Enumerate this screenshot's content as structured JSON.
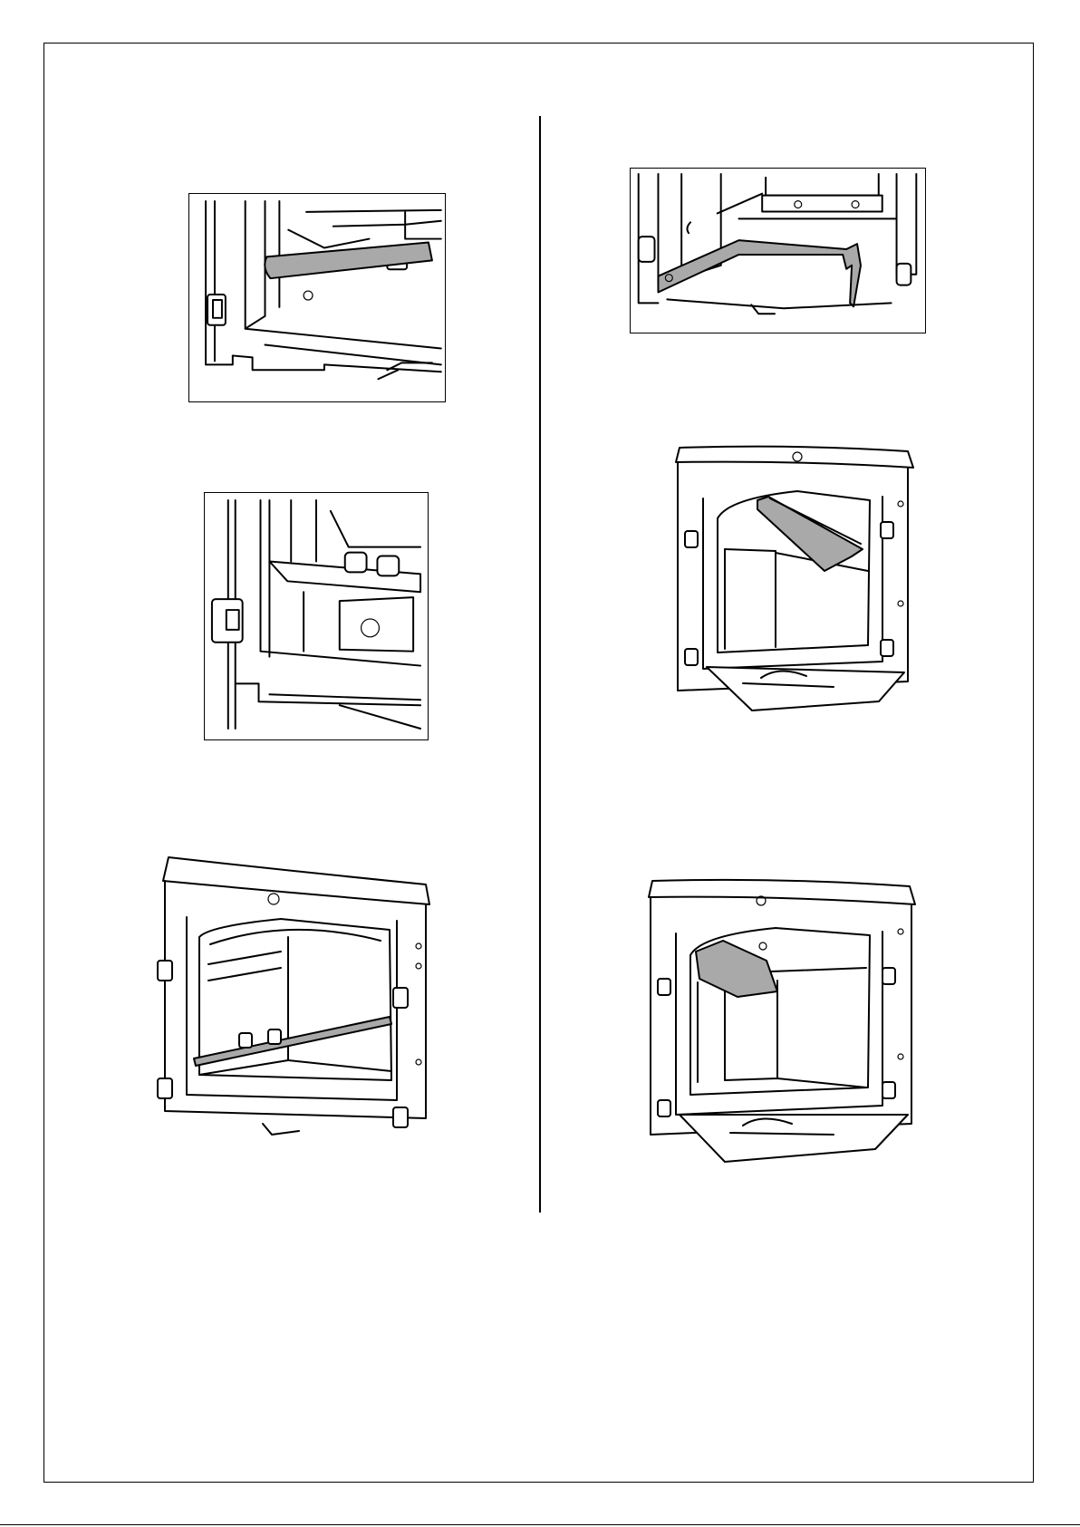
{
  "document": {
    "figures": [
      {
        "id": "fig-1",
        "description_hidden": true
      },
      {
        "id": "fig-2",
        "description_hidden": true
      },
      {
        "id": "fig-3",
        "description_hidden": true
      },
      {
        "id": "fig-4",
        "description_hidden": true
      },
      {
        "id": "fig-5",
        "description_hidden": true
      },
      {
        "id": "fig-6",
        "description_hidden": true
      }
    ],
    "highlight_color": "#a9a9a9",
    "line_color": "#000000"
  }
}
